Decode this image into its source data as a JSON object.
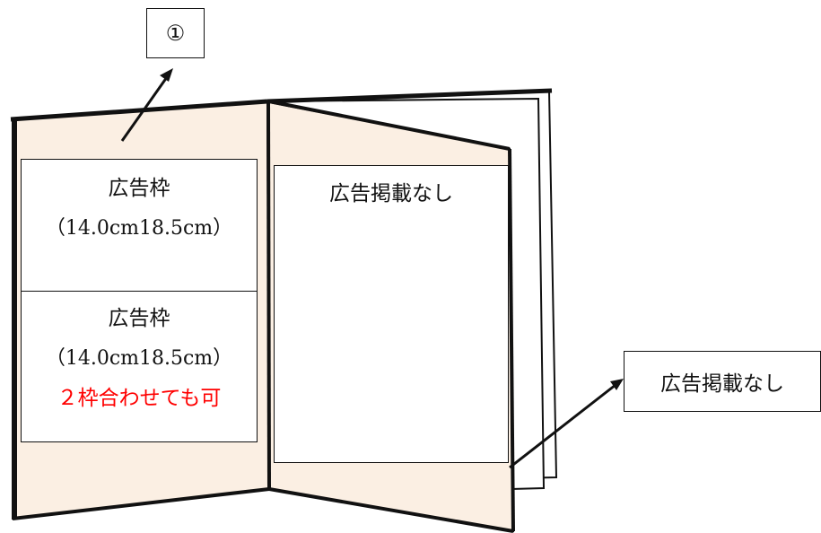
{
  "callouts": {
    "page_number": "①",
    "right_side_note": "広告掲載なし"
  },
  "left_page": {
    "slot_top": {
      "title": "広告枠",
      "size": "（14.0cm18.5cm）"
    },
    "slot_bottom": {
      "title": "広告枠",
      "size": "（14.0cm18.5cm）",
      "note": "２枠合わせても可"
    }
  },
  "right_page": {
    "box_text": "広告掲載なし"
  },
  "colors": {
    "page_fill": "#fbefe3",
    "outline": "#111111",
    "note_red": "#ff0000"
  }
}
